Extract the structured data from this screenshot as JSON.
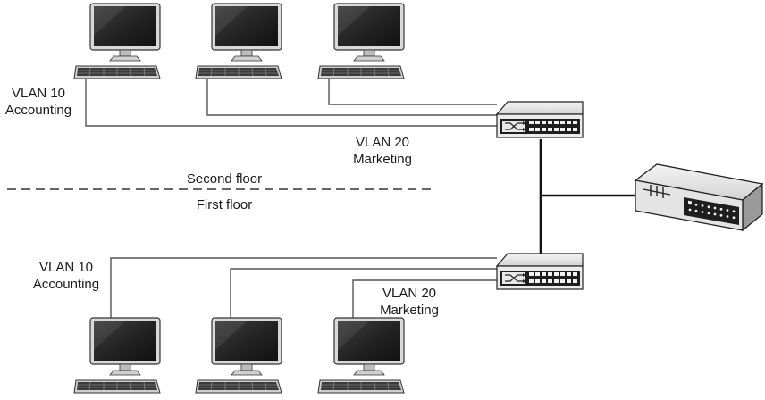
{
  "labels": {
    "top_vlan10_line1": "VLAN 10",
    "top_vlan10_line2": "Accounting",
    "top_vlan20_line1": "VLAN 20",
    "top_vlan20_line2": "Marketing",
    "second_floor": "Second floor",
    "first_floor": "First floor",
    "bottom_vlan10_line1": "VLAN 10",
    "bottom_vlan10_line2": "Accounting",
    "bottom_vlan20_line1": "VLAN 20",
    "bottom_vlan20_line2": "Marketing"
  },
  "icons": {
    "computer": "desktop-computer-icon",
    "switch": "network-switch-icon",
    "router": "router-icon"
  },
  "colors": {
    "line": "#555555",
    "trunk": "#111111",
    "device_dark": "#2a2a2a",
    "device_light": "#e6e6e6"
  }
}
